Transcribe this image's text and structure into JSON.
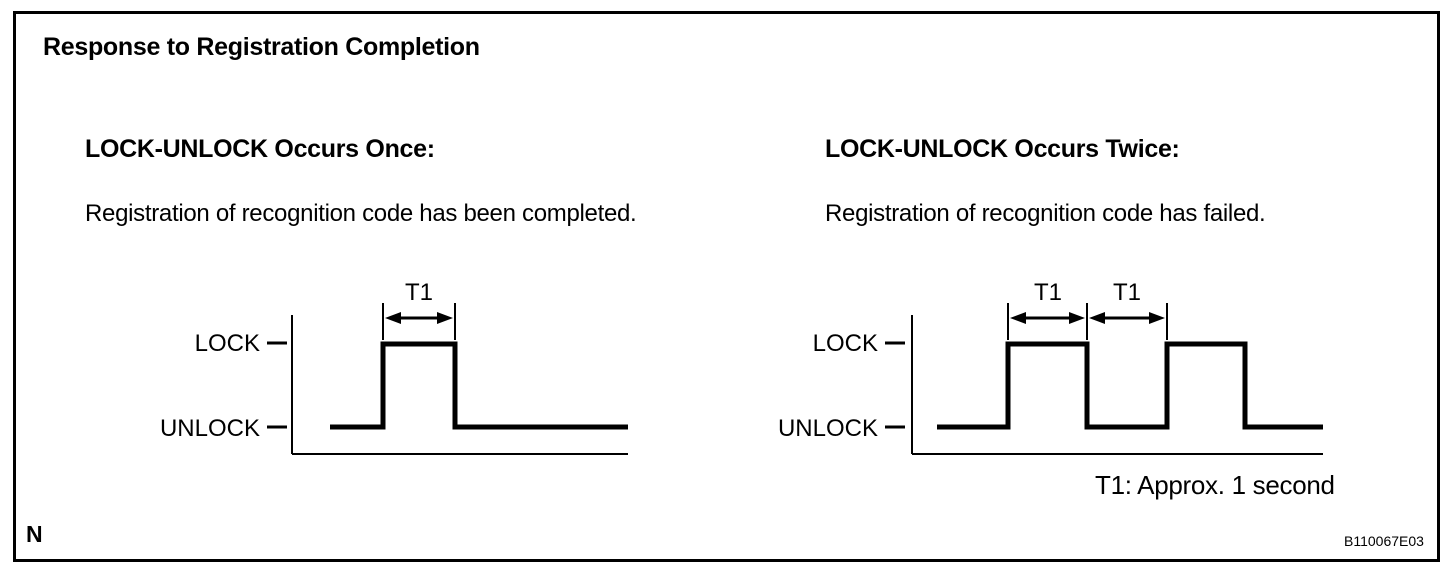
{
  "page": {
    "title": "Response to Registration Completion",
    "page_marker": "N",
    "figure_code": "B110067E03"
  },
  "sections": [
    {
      "id": "once",
      "heading": "LOCK-UNLOCK Occurs Once:",
      "description": "Registration of recognition code has been completed."
    },
    {
      "id": "twice",
      "heading": "LOCK-UNLOCK Occurs Twice:",
      "description": "Registration of recognition code has failed."
    }
  ],
  "waveforms": {
    "labels": {
      "high": "LOCK",
      "low": "UNLOCK",
      "interval": "T1"
    },
    "once": {
      "pulse_count": 1,
      "intervals_marked": [
        "T1"
      ]
    },
    "twice": {
      "pulse_count": 2,
      "intervals_marked": [
        "T1",
        "T1"
      ]
    }
  },
  "caption": "T1: Approx. 1 second",
  "colors": {
    "ink": "#000000",
    "paper": "#ffffff"
  }
}
